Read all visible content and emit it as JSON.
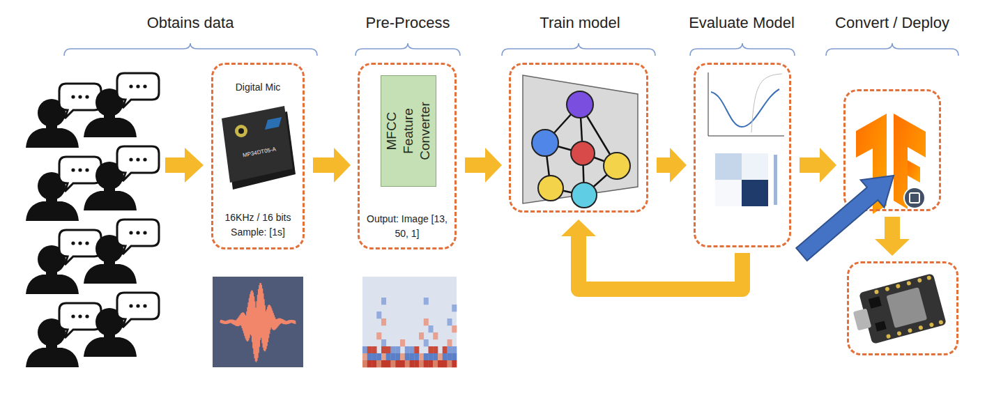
{
  "diagram": {
    "nodes": [
      {
        "text": [
          "Digital Mic",
          "16KHz / 16 bits Sample: [1s]"
        ]
      },
      {
        "text": [
          "Output: Image [13, 50, 1]"
        ]
      },
      {
        "text": [
          "MFCC Feature Converter"
        ],
        "in": 1
      },
      {
        "text": []
      },
      {
        "text": []
      },
      {
        "text": []
      },
      {
        "text": []
      }
    ],
    "edges": [
      {
        "from": 0,
        "to": 1,
        "arrow": "to"
      },
      {
        "from": 1,
        "to": 3,
        "arrow": "to"
      },
      {
        "from": 3,
        "to": 4,
        "arrow": "to"
      },
      {
        "from": 4,
        "to": 3,
        "arrow": "to"
      },
      {
        "from": 4,
        "to": 5,
        "arrow": "to"
      },
      {
        "from": 5,
        "to": 6,
        "arrow": "to"
      }
    ],
    "labels": [
      "Obtains data",
      "Pre-Process",
      "Train model",
      "Evaluate Model",
      "Convert / Deploy",
      "MP34DT05-A"
    ]
  }
}
